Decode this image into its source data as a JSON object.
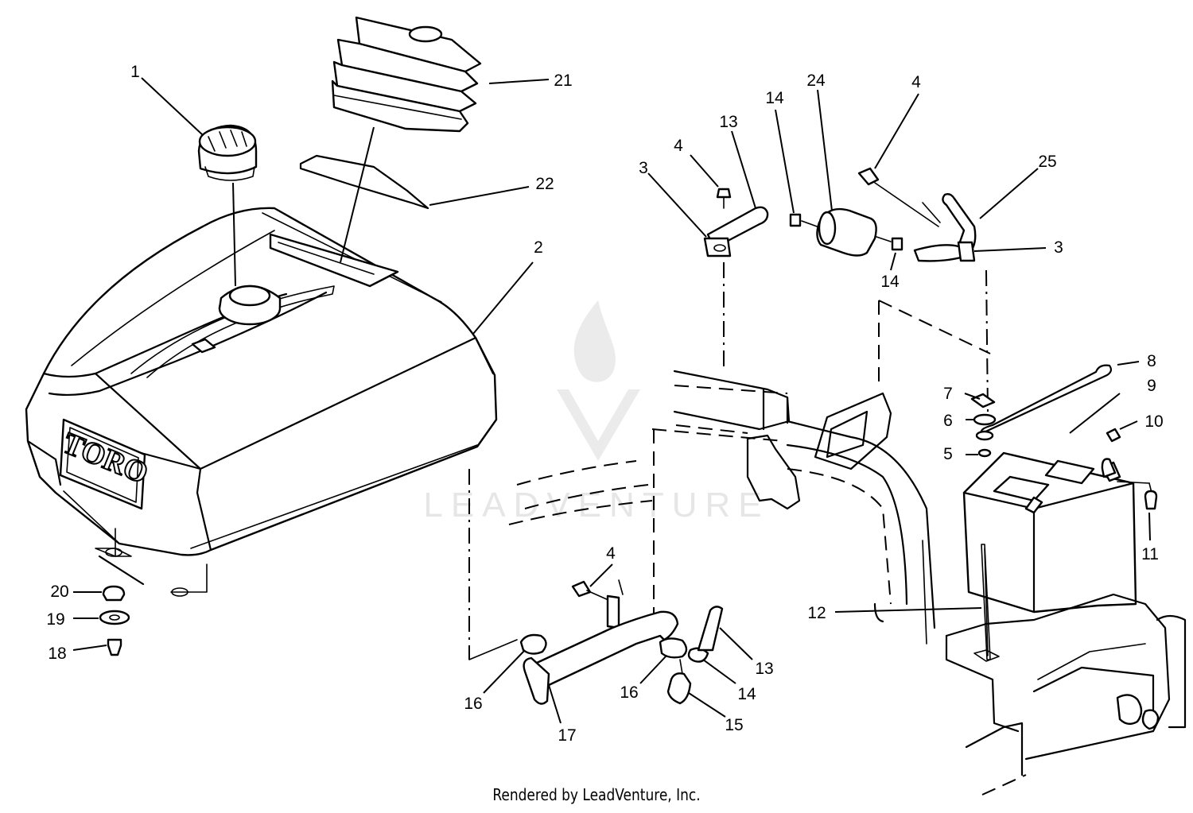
{
  "watermark": {
    "text": "LEADVENTURE",
    "icon": "flame-v-logo-icon"
  },
  "brand_logo": "TORO",
  "callouts": [
    {
      "id": "c1",
      "label": "1"
    },
    {
      "id": "c2",
      "label": "2"
    },
    {
      "id": "c21",
      "label": "21"
    },
    {
      "id": "c22",
      "label": "22"
    },
    {
      "id": "c3a",
      "label": "3"
    },
    {
      "id": "c4a",
      "label": "4"
    },
    {
      "id": "c13a",
      "label": "13"
    },
    {
      "id": "c14a",
      "label": "14"
    },
    {
      "id": "c24",
      "label": "24"
    },
    {
      "id": "c4b",
      "label": "4"
    },
    {
      "id": "c25",
      "label": "25"
    },
    {
      "id": "c3b",
      "label": "3"
    },
    {
      "id": "c14b",
      "label": "14"
    },
    {
      "id": "c8",
      "label": "8"
    },
    {
      "id": "c7",
      "label": "7"
    },
    {
      "id": "c9",
      "label": "9"
    },
    {
      "id": "c6",
      "label": "6"
    },
    {
      "id": "c10",
      "label": "10"
    },
    {
      "id": "c5",
      "label": "5"
    },
    {
      "id": "c11",
      "label": "11"
    },
    {
      "id": "c12",
      "label": "12"
    },
    {
      "id": "c20",
      "label": "20"
    },
    {
      "id": "c19",
      "label": "19"
    },
    {
      "id": "c18",
      "label": "18"
    },
    {
      "id": "c4c",
      "label": "4"
    },
    {
      "id": "c13b",
      "label": "13"
    },
    {
      "id": "c16a",
      "label": "16"
    },
    {
      "id": "c16b",
      "label": "16"
    },
    {
      "id": "c14c",
      "label": "14"
    },
    {
      "id": "c17",
      "label": "17"
    },
    {
      "id": "c15",
      "label": "15"
    }
  ],
  "footer": "Rendered by LeadVenture, Inc."
}
